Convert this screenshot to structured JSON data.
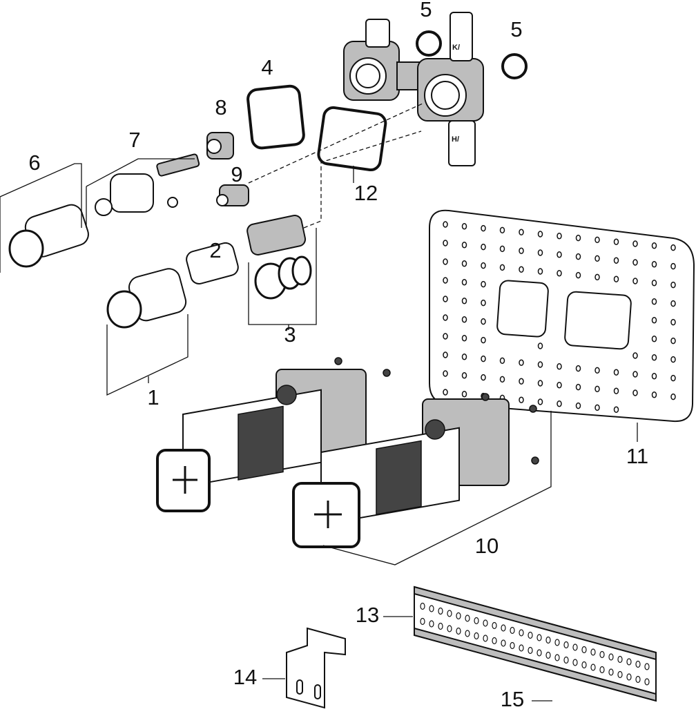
{
  "diagram": {
    "type": "exploded parts diagram",
    "callouts": [
      {
        "id": "p1",
        "number": "1"
      },
      {
        "id": "p2",
        "number": "2"
      },
      {
        "id": "p3",
        "number": "3"
      },
      {
        "id": "p4",
        "number": "4"
      },
      {
        "id": "p5a",
        "number": "5"
      },
      {
        "id": "p5b",
        "number": "5"
      },
      {
        "id": "p6",
        "number": "6"
      },
      {
        "id": "p7",
        "number": "7"
      },
      {
        "id": "p8",
        "number": "8"
      },
      {
        "id": "p9",
        "number": "9"
      },
      {
        "id": "p10",
        "number": "10"
      },
      {
        "id": "p11",
        "number": "11"
      },
      {
        "id": "p12",
        "number": "12"
      },
      {
        "id": "p13",
        "number": "13"
      },
      {
        "id": "p14",
        "number": "14"
      },
      {
        "id": "p15",
        "number": "15"
      }
    ],
    "valve_markings": {
      "cold": "K/",
      "hot": "H/"
    }
  }
}
